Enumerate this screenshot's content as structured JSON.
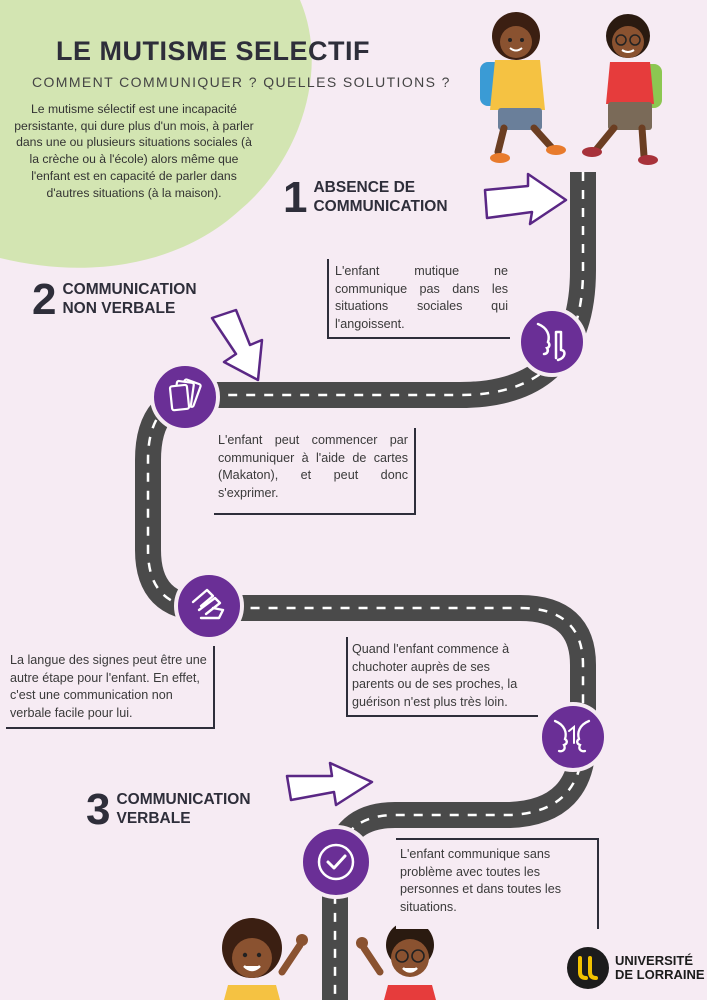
{
  "header": {
    "title": "LE MUTISME SELECTIF",
    "subtitle": "COMMENT COMMUNIQUER ? QUELLES SOLUTIONS ?",
    "intro": "Le mutisme sélectif est une incapacité persistante, qui dure plus d'un mois, à parler dans une ou plusieurs situations sociales (à la crèche ou à l'école) alors même que l'enfant est en capacité de parler dans d'autres situations (à la maison)."
  },
  "steps": [
    {
      "number": "1",
      "title": "ABSENCE DE\nCOMMUNICATION"
    },
    {
      "number": "2",
      "title": "COMMUNICATION\nNON VERBALE"
    },
    {
      "number": "3",
      "title": "COMMUNICATION\nVERBALE"
    }
  ],
  "cards": [
    {
      "text": "L'enfant mutique ne communique pas dans les situations sociales qui l'angoissent."
    },
    {
      "text": "L'enfant peut commencer par communiquer à l'aide de cartes (Makaton), et peut donc s'exprimer."
    },
    {
      "text": "La langue des signes peut être une autre étape pour l'enfant. En effet, c'est une communication non verbale facile pour lui."
    },
    {
      "text": "Quand l'enfant commence à chuchoter auprès de ses parents ou de ses proches, la guérison n'est plus très loin."
    },
    {
      "text": "L'enfant communique sans problème avec toutes les personnes et dans toutes les situations."
    }
  ],
  "icons": [
    "silence-icon",
    "cards-icon",
    "sign-language-icon",
    "whisper-icon",
    "check-icon"
  ],
  "logo": {
    "text": "UNIVERSITÉ\nDE LORRAINE"
  },
  "colors": {
    "background": "#f6ebf3",
    "blob": "#d3e5b2",
    "road": "#4a4a4a",
    "accent_purple": "#6a2f96",
    "text": "#2e2e3a"
  }
}
